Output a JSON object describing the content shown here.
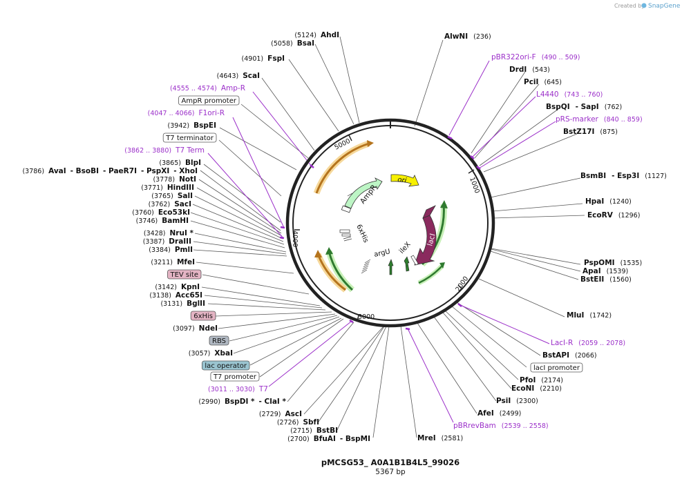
{
  "credit": {
    "prefix": "Created by",
    "brand": "SnapGene"
  },
  "plasmid": {
    "name": "pMCSG53_ A0A1B1B4L5_99026",
    "length_label": "5367 bp",
    "length": 5367
  },
  "tick_labels": [
    "1000",
    "2000",
    "3000",
    "4000",
    "5000"
  ],
  "features": {
    "AmpR": "AmpR",
    "ori": "ori",
    "lacI": "lacI",
    "sixxHis": "6xHis",
    "argU": "argU",
    "ileX": "ileX"
  },
  "labels_right": [
    {
      "id": "alwni",
      "parts": [
        {
          "t": "AlwNI",
          "c": "enz"
        },
        {
          "t": "(236)",
          "c": "pos"
        }
      ]
    },
    {
      "id": "pbr322orif",
      "parts": [
        {
          "t": "pBR322ori-F",
          "c": "prim"
        },
        {
          "t": "(490 .. 509)",
          "c": "primpos"
        }
      ]
    },
    {
      "id": "drdi",
      "parts": [
        {
          "t": "DrdI",
          "c": "enz"
        },
        {
          "t": "(543)",
          "c": "pos"
        }
      ]
    },
    {
      "id": "pcii",
      "parts": [
        {
          "t": "PciI",
          "c": "enz"
        },
        {
          "t": "(645)",
          "c": "pos"
        }
      ]
    },
    {
      "id": "l4440",
      "parts": [
        {
          "t": "L4440",
          "c": "prim"
        },
        {
          "t": "(743 .. 760)",
          "c": "primpos"
        }
      ]
    },
    {
      "id": "bspqi",
      "parts": [
        {
          "t": "BspQI",
          "c": "enz"
        },
        {
          "t": "- SapI",
          "c": "enz"
        },
        {
          "t": "(762)",
          "c": "pos"
        }
      ]
    },
    {
      "id": "prsmarker",
      "parts": [
        {
          "t": "pRS-marker",
          "c": "prim"
        },
        {
          "t": "(840 .. 859)",
          "c": "primpos"
        }
      ]
    },
    {
      "id": "bstz17i",
      "parts": [
        {
          "t": "BstZ17I",
          "c": "enz"
        },
        {
          "t": "(875)",
          "c": "pos"
        }
      ]
    },
    {
      "id": "bsmbi",
      "parts": [
        {
          "t": "BsmBI",
          "c": "enz"
        },
        {
          "t": "- Esp3I",
          "c": "enz"
        },
        {
          "t": "(1127)",
          "c": "pos"
        }
      ]
    },
    {
      "id": "hpai",
      "parts": [
        {
          "t": "HpaI",
          "c": "enz"
        },
        {
          "t": "(1240)",
          "c": "pos"
        }
      ]
    },
    {
      "id": "ecorv",
      "parts": [
        {
          "t": "EcoRV",
          "c": "enz"
        },
        {
          "t": "(1296)",
          "c": "pos"
        }
      ]
    },
    {
      "id": "pspomi",
      "parts": [
        {
          "t": "PspOMI",
          "c": "enz"
        },
        {
          "t": "(1535)",
          "c": "pos"
        }
      ]
    },
    {
      "id": "apai",
      "parts": [
        {
          "t": "ApaI",
          "c": "enz"
        },
        {
          "t": "(1539)",
          "c": "pos"
        }
      ]
    },
    {
      "id": "bsteii",
      "parts": [
        {
          "t": "BstEII",
          "c": "enz"
        },
        {
          "t": "(1560)",
          "c": "pos"
        }
      ]
    },
    {
      "id": "mlui",
      "parts": [
        {
          "t": "MluI",
          "c": "enz"
        },
        {
          "t": "(1742)",
          "c": "pos"
        }
      ]
    },
    {
      "id": "lacir",
      "parts": [
        {
          "t": "LacI-R",
          "c": "prim"
        },
        {
          "t": "(2059 .. 2078)",
          "c": "primpos"
        }
      ]
    },
    {
      "id": "bstapi",
      "parts": [
        {
          "t": "BstAPI",
          "c": "enz"
        },
        {
          "t": "(2066)",
          "c": "pos"
        }
      ]
    },
    {
      "id": "laciprom",
      "parts": [
        {
          "t": "lacI promoter",
          "c": "box"
        }
      ]
    },
    {
      "id": "pfoi",
      "parts": [
        {
          "t": "PfoI",
          "c": "enz"
        },
        {
          "t": "(2174)",
          "c": "pos"
        }
      ]
    },
    {
      "id": "econi",
      "parts": [
        {
          "t": "EcoNI",
          "c": "enz"
        },
        {
          "t": "(2210)",
          "c": "pos"
        }
      ]
    },
    {
      "id": "psii",
      "parts": [
        {
          "t": "PsiI",
          "c": "enz"
        },
        {
          "t": "(2300)",
          "c": "pos"
        }
      ]
    },
    {
      "id": "afei",
      "parts": [
        {
          "t": "AfeI",
          "c": "enz"
        },
        {
          "t": "(2499)",
          "c": "pos"
        }
      ]
    },
    {
      "id": "pbrrevbam",
      "parts": [
        {
          "t": "pBRrevBam",
          "c": "prim"
        },
        {
          "t": "(2539 .. 2558)",
          "c": "primpos"
        }
      ]
    },
    {
      "id": "mrei",
      "parts": [
        {
          "t": "MreI",
          "c": "enz"
        },
        {
          "t": "(2581)",
          "c": "pos"
        }
      ]
    }
  ],
  "labels_left": [
    {
      "id": "ahdi",
      "parts": [
        {
          "t": "(5124)",
          "c": "pos"
        },
        {
          "t": "AhdI",
          "c": "enz"
        }
      ]
    },
    {
      "id": "bsai",
      "parts": [
        {
          "t": "(5058)",
          "c": "pos"
        },
        {
          "t": "BsaI",
          "c": "enz"
        }
      ]
    },
    {
      "id": "fspi",
      "parts": [
        {
          "t": "(4901)",
          "c": "pos"
        },
        {
          "t": "FspI",
          "c": "enz"
        }
      ]
    },
    {
      "id": "scai",
      "parts": [
        {
          "t": "(4643)",
          "c": "pos"
        },
        {
          "t": "ScaI",
          "c": "enz"
        }
      ]
    },
    {
      "id": "ampr",
      "parts": [
        {
          "t": "(4555 .. 4574)",
          "c": "primpos"
        },
        {
          "t": "Amp-R",
          "c": "prim"
        }
      ]
    },
    {
      "id": "amprprom",
      "parts": [
        {
          "t": "AmpR promoter",
          "c": "box"
        }
      ]
    },
    {
      "id": "f1orir",
      "parts": [
        {
          "t": "(4047 .. 4066)",
          "c": "primpos"
        },
        {
          "t": "F1ori-R",
          "c": "prim"
        }
      ]
    },
    {
      "id": "bspei",
      "parts": [
        {
          "t": "(3942)",
          "c": "pos"
        },
        {
          "t": "BspEI",
          "c": "enz"
        }
      ]
    },
    {
      "id": "t7term",
      "parts": [
        {
          "t": "T7 terminator",
          "c": "box"
        }
      ]
    },
    {
      "id": "t7termp",
      "parts": [
        {
          "t": "(3862 .. 3880)",
          "c": "primpos"
        },
        {
          "t": "T7 Term",
          "c": "prim"
        }
      ]
    },
    {
      "id": "blpi",
      "parts": [
        {
          "t": "(3865)",
          "c": "pos"
        },
        {
          "t": "BlpI",
          "c": "enz"
        }
      ]
    },
    {
      "id": "avai",
      "parts": [
        {
          "t": "(3786)",
          "c": "pos"
        },
        {
          "t": "AvaI",
          "c": "enz"
        },
        {
          "t": "- BsoBI",
          "c": "enz"
        },
        {
          "t": "- PaeR7I",
          "c": "enz"
        },
        {
          "t": "- PspXI",
          "c": "enz"
        },
        {
          "t": "- XhoI",
          "c": "enz"
        }
      ]
    },
    {
      "id": "noti",
      "parts": [
        {
          "t": "(3778)",
          "c": "pos"
        },
        {
          "t": "NotI",
          "c": "enz"
        }
      ]
    },
    {
      "id": "hindiii",
      "parts": [
        {
          "t": "(3771)",
          "c": "pos"
        },
        {
          "t": "HindIII",
          "c": "enz"
        }
      ]
    },
    {
      "id": "sali",
      "parts": [
        {
          "t": "(3765)",
          "c": "pos"
        },
        {
          "t": "SalI",
          "c": "enz"
        }
      ]
    },
    {
      "id": "saci",
      "parts": [
        {
          "t": "(3762)",
          "c": "pos"
        },
        {
          "t": "SacI",
          "c": "enz"
        }
      ]
    },
    {
      "id": "eco53ki",
      "parts": [
        {
          "t": "(3760)",
          "c": "pos"
        },
        {
          "t": "Eco53kI",
          "c": "enz"
        }
      ]
    },
    {
      "id": "bamhi",
      "parts": [
        {
          "t": "(3746)",
          "c": "pos"
        },
        {
          "t": "BamHI",
          "c": "enz"
        }
      ]
    },
    {
      "id": "nrui",
      "parts": [
        {
          "t": "(3428)",
          "c": "pos"
        },
        {
          "t": "NruI *",
          "c": "enz"
        }
      ]
    },
    {
      "id": "draiii",
      "parts": [
        {
          "t": "(3387)",
          "c": "pos"
        },
        {
          "t": "DraIII",
          "c": "enz"
        }
      ]
    },
    {
      "id": "pmli",
      "parts": [
        {
          "t": "(3384)",
          "c": "pos"
        },
        {
          "t": "PmlI",
          "c": "enz"
        }
      ]
    },
    {
      "id": "mfei",
      "parts": [
        {
          "t": "(3211)",
          "c": "pos"
        },
        {
          "t": "MfeI",
          "c": "enz"
        }
      ]
    },
    {
      "id": "tev",
      "parts": [
        {
          "t": "TEV site",
          "c": "box"
        }
      ]
    },
    {
      "id": "kpni",
      "parts": [
        {
          "t": "(3142)",
          "c": "pos"
        },
        {
          "t": "KpnI",
          "c": "enz"
        }
      ]
    },
    {
      "id": "acc65i",
      "parts": [
        {
          "t": "(3138)",
          "c": "pos"
        },
        {
          "t": "Acc65I",
          "c": "enz"
        }
      ]
    },
    {
      "id": "bglii",
      "parts": [
        {
          "t": "(3131)",
          "c": "pos"
        },
        {
          "t": "BglII",
          "c": "enz"
        }
      ]
    },
    {
      "id": "sixhisbox",
      "parts": [
        {
          "t": "6xHis",
          "c": "box"
        }
      ]
    },
    {
      "id": "ndei",
      "parts": [
        {
          "t": "(3097)",
          "c": "pos"
        },
        {
          "t": "NdeI",
          "c": "enz"
        }
      ]
    },
    {
      "id": "rbs",
      "parts": [
        {
          "t": "RBS",
          "c": "box"
        }
      ]
    },
    {
      "id": "xbai",
      "parts": [
        {
          "t": "(3057)",
          "c": "pos"
        },
        {
          "t": "XbaI",
          "c": "enz"
        }
      ]
    },
    {
      "id": "lacop",
      "parts": [
        {
          "t": "lac operator",
          "c": "box"
        }
      ]
    },
    {
      "id": "t7prom",
      "parts": [
        {
          "t": "T7 promoter",
          "c": "box"
        }
      ]
    },
    {
      "id": "t7p",
      "parts": [
        {
          "t": "(3011 .. 3030)",
          "c": "primpos"
        },
        {
          "t": "T7",
          "c": "prim"
        }
      ]
    },
    {
      "id": "bspdi",
      "parts": [
        {
          "t": "(2990)",
          "c": "pos"
        },
        {
          "t": "BspDI *",
          "c": "enz"
        },
        {
          "t": "- ClaI *",
          "c": "enz"
        }
      ]
    },
    {
      "id": "asci",
      "parts": [
        {
          "t": "(2729)",
          "c": "pos"
        },
        {
          "t": "AscI",
          "c": "enz"
        }
      ]
    },
    {
      "id": "sbfi",
      "parts": [
        {
          "t": "(2726)",
          "c": "pos"
        },
        {
          "t": "SbfI",
          "c": "enz"
        }
      ]
    },
    {
      "id": "bstbi",
      "parts": [
        {
          "t": "(2715)",
          "c": "pos"
        },
        {
          "t": "BstBI",
          "c": "enz"
        }
      ]
    },
    {
      "id": "bfuai",
      "parts": [
        {
          "t": "(2700)",
          "c": "pos"
        },
        {
          "t": "BfuAI",
          "c": "enz"
        },
        {
          "t": "- BspMI",
          "c": "enz"
        }
      ]
    }
  ],
  "colors": {
    "primer": "#9b2fc9",
    "ampr": "#bdf5c5",
    "ori": "#f7f000",
    "laci": "#8a2a5e",
    "orange_arrow": "#e8a03a",
    "green_arrow": "#4caf50",
    "tev_box": "#e4b4c4",
    "his_box": "#e4b4c4",
    "rbs_box": "#b0b8c2",
    "lacop_box": "#9ac4d0"
  }
}
